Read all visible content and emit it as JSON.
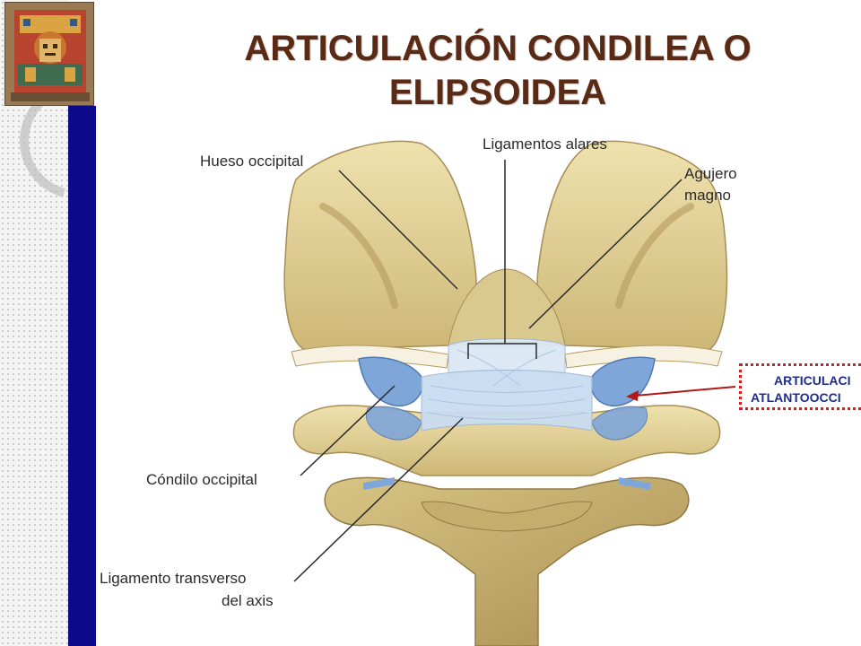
{
  "slide": {
    "title_line1": "ARTICULACIÓN CONDILEA O",
    "title_line2": "ELIPSOIDEA"
  },
  "labels": {
    "hueso_occipital": "Hueso occipital",
    "ligamentos_alares": "Ligamentos alares",
    "agujero_magno_line1": "Agujero",
    "agujero_magno_line2": "magno",
    "condilo_occipital": "Cóndilo occipital",
    "ligamento_transverso_line1": "Ligamento transverso",
    "ligamento_transverso_line2": "del axis"
  },
  "callout": {
    "line1": "ARTICULACI",
    "line2": "ATLANTOOCCI"
  },
  "colors": {
    "title": "#5a2a14",
    "bone": "#e8d9a0",
    "cartilage": "#7fa6d8",
    "ligament": "#c9dcf0",
    "sidebar_blue": "#0a0a8a",
    "callout_border": "#d21f1f",
    "callout_text": "#1f2d8a"
  },
  "icons": {
    "logo": "aztec-mural-logo"
  }
}
